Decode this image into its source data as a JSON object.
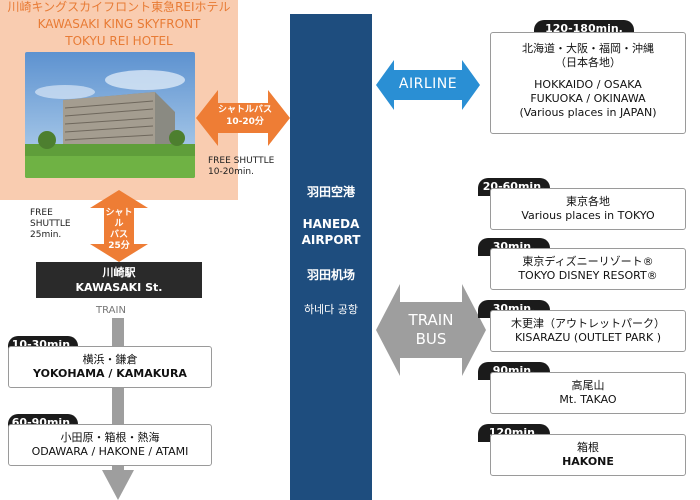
{
  "hotel": {
    "name_jp": "川崎キングスカイフロント東急REIホテル",
    "name_en_1": "KAWASAKI KING SKYFRONT",
    "name_en_2": "TOKYU REI HOTEL"
  },
  "shuttle_right": {
    "jp_1": "シャトルバス",
    "jp_2": "10-20分",
    "en_1": "FREE SHUTTLE",
    "en_2": "10-20min."
  },
  "shuttle_down": {
    "jp_1": "シャトル",
    "jp_2": "バス",
    "jp_3": "25分",
    "en_1": "FREE",
    "en_2": "SHUTTLE",
    "en_3": "25min."
  },
  "kawasaki": {
    "jp": "川崎駅",
    "en": "KAWASAKI St."
  },
  "train_label": "TRAIN",
  "left_destinations": [
    {
      "tag": "10-30min.",
      "line1": "横浜・鎌倉",
      "line2": "YOKOHAMA / KAMAKURA"
    },
    {
      "tag": "60-90min.",
      "line1": "小田原・箱根・熱海",
      "line2": "ODAWARA / HAKONE / ATAMI"
    }
  ],
  "airport": {
    "jp": "羽田空港",
    "en_1": "HANEDA",
    "en_2": "AIRPORT",
    "zh": "羽田机场",
    "ko": "하네다 공항"
  },
  "airline": {
    "label": "AIRLINE",
    "tag": "120-180min.",
    "jp_1": "北海道・大阪・福岡・沖縄",
    "jp_2": "（日本各地）",
    "en_1": "HOKKAIDO / OSAKA",
    "en_2": "FUKUOKA / OKINAWA",
    "en_3": "(Various places in JAPAN)"
  },
  "train_bus": {
    "line1": "TRAIN",
    "line2": "BUS"
  },
  "right_destinations": [
    {
      "tag": "20-60min.",
      "line1": "東京各地",
      "line2": "Various places in TOKYO"
    },
    {
      "tag": "30min.",
      "line1": "東京ディズニーリゾート®",
      "line2": "TOKYO DISNEY RESORT®"
    },
    {
      "tag": "30min.",
      "line1": "木更津（アウトレットパーク）",
      "line2": "KISARAZU (OUTLET PARK )"
    },
    {
      "tag": "90min.",
      "line1": "高尾山",
      "line2": "Mt. TAKAO"
    },
    {
      "tag": "120min.",
      "line1": "箱根",
      "line2": "HAKONE"
    }
  ],
  "colors": {
    "orange": "#ee7d35",
    "navy": "#1e4d7e",
    "blue_arrow": "#2a8fd4",
    "gray_arrow": "#9e9e9e",
    "panel": "#f9ccb0"
  }
}
